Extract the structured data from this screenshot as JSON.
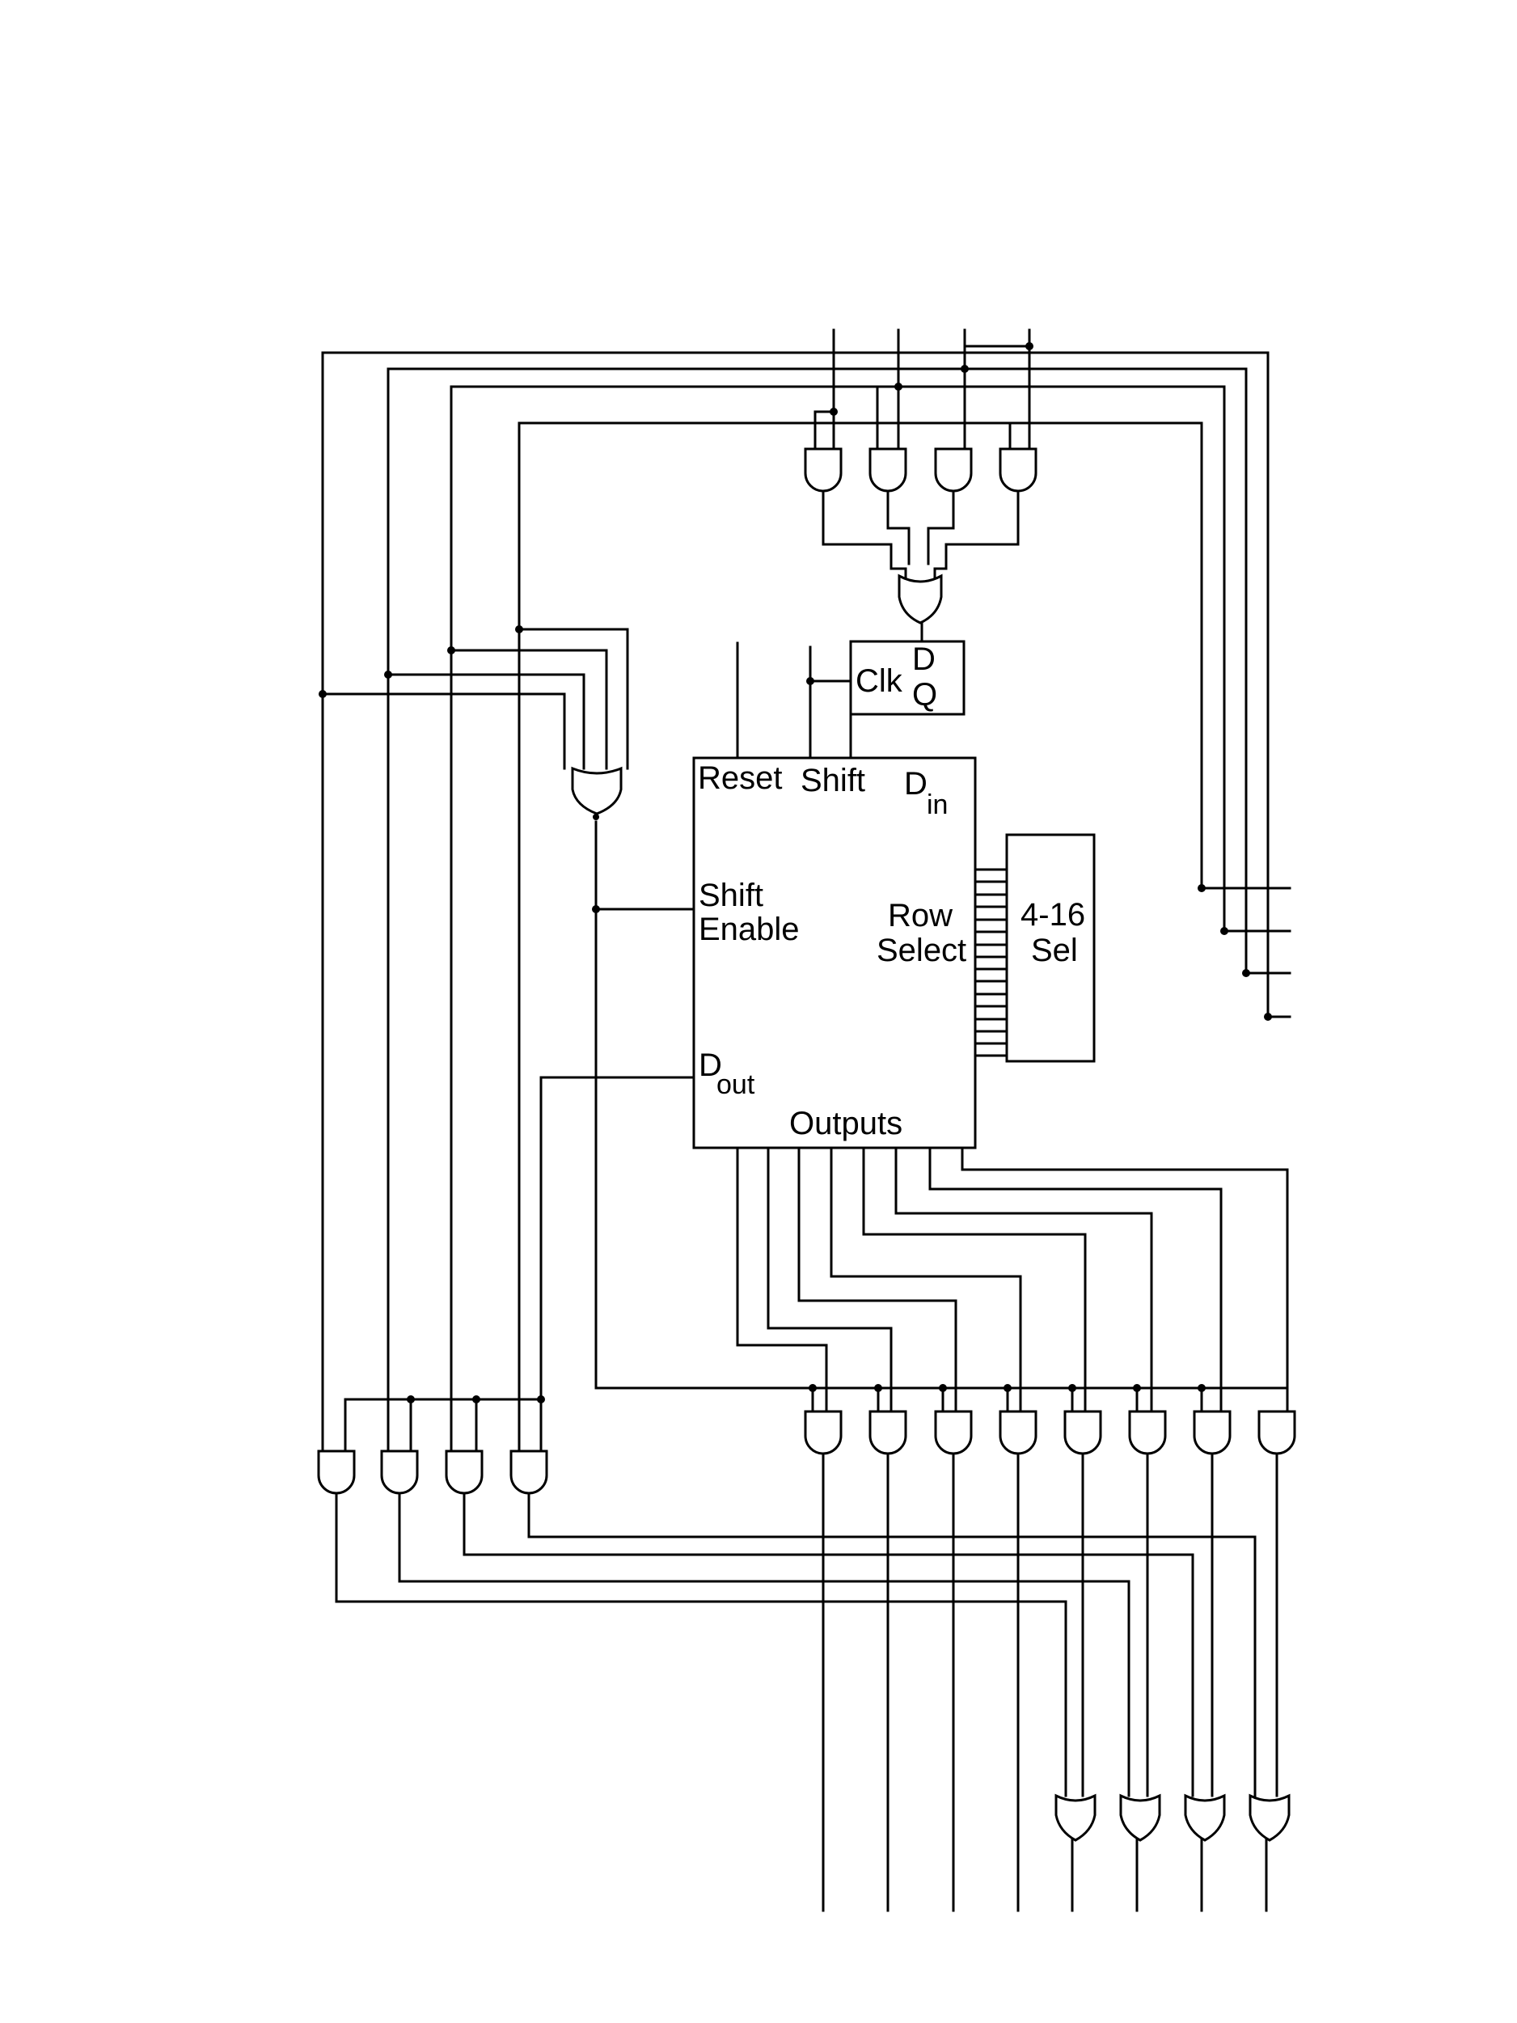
{
  "diagram": {
    "flipflop": {
      "clk": "Clk",
      "d": "D",
      "q": "Q"
    },
    "shift_register": {
      "reset": "Reset",
      "shift": "Shift",
      "din_main": "D",
      "din_sub": "in",
      "shift_enable_line1": "Shift",
      "shift_enable_line2": "Enable",
      "row_select_line1": "Row",
      "row_select_line2": "Select",
      "dout_main": "D",
      "dout_sub": "out",
      "outputs": "Outputs"
    },
    "selector": {
      "line1": "4-16",
      "line2": "Sel"
    }
  },
  "colors": {
    "ink": "#000000",
    "background": "#ffffff"
  }
}
